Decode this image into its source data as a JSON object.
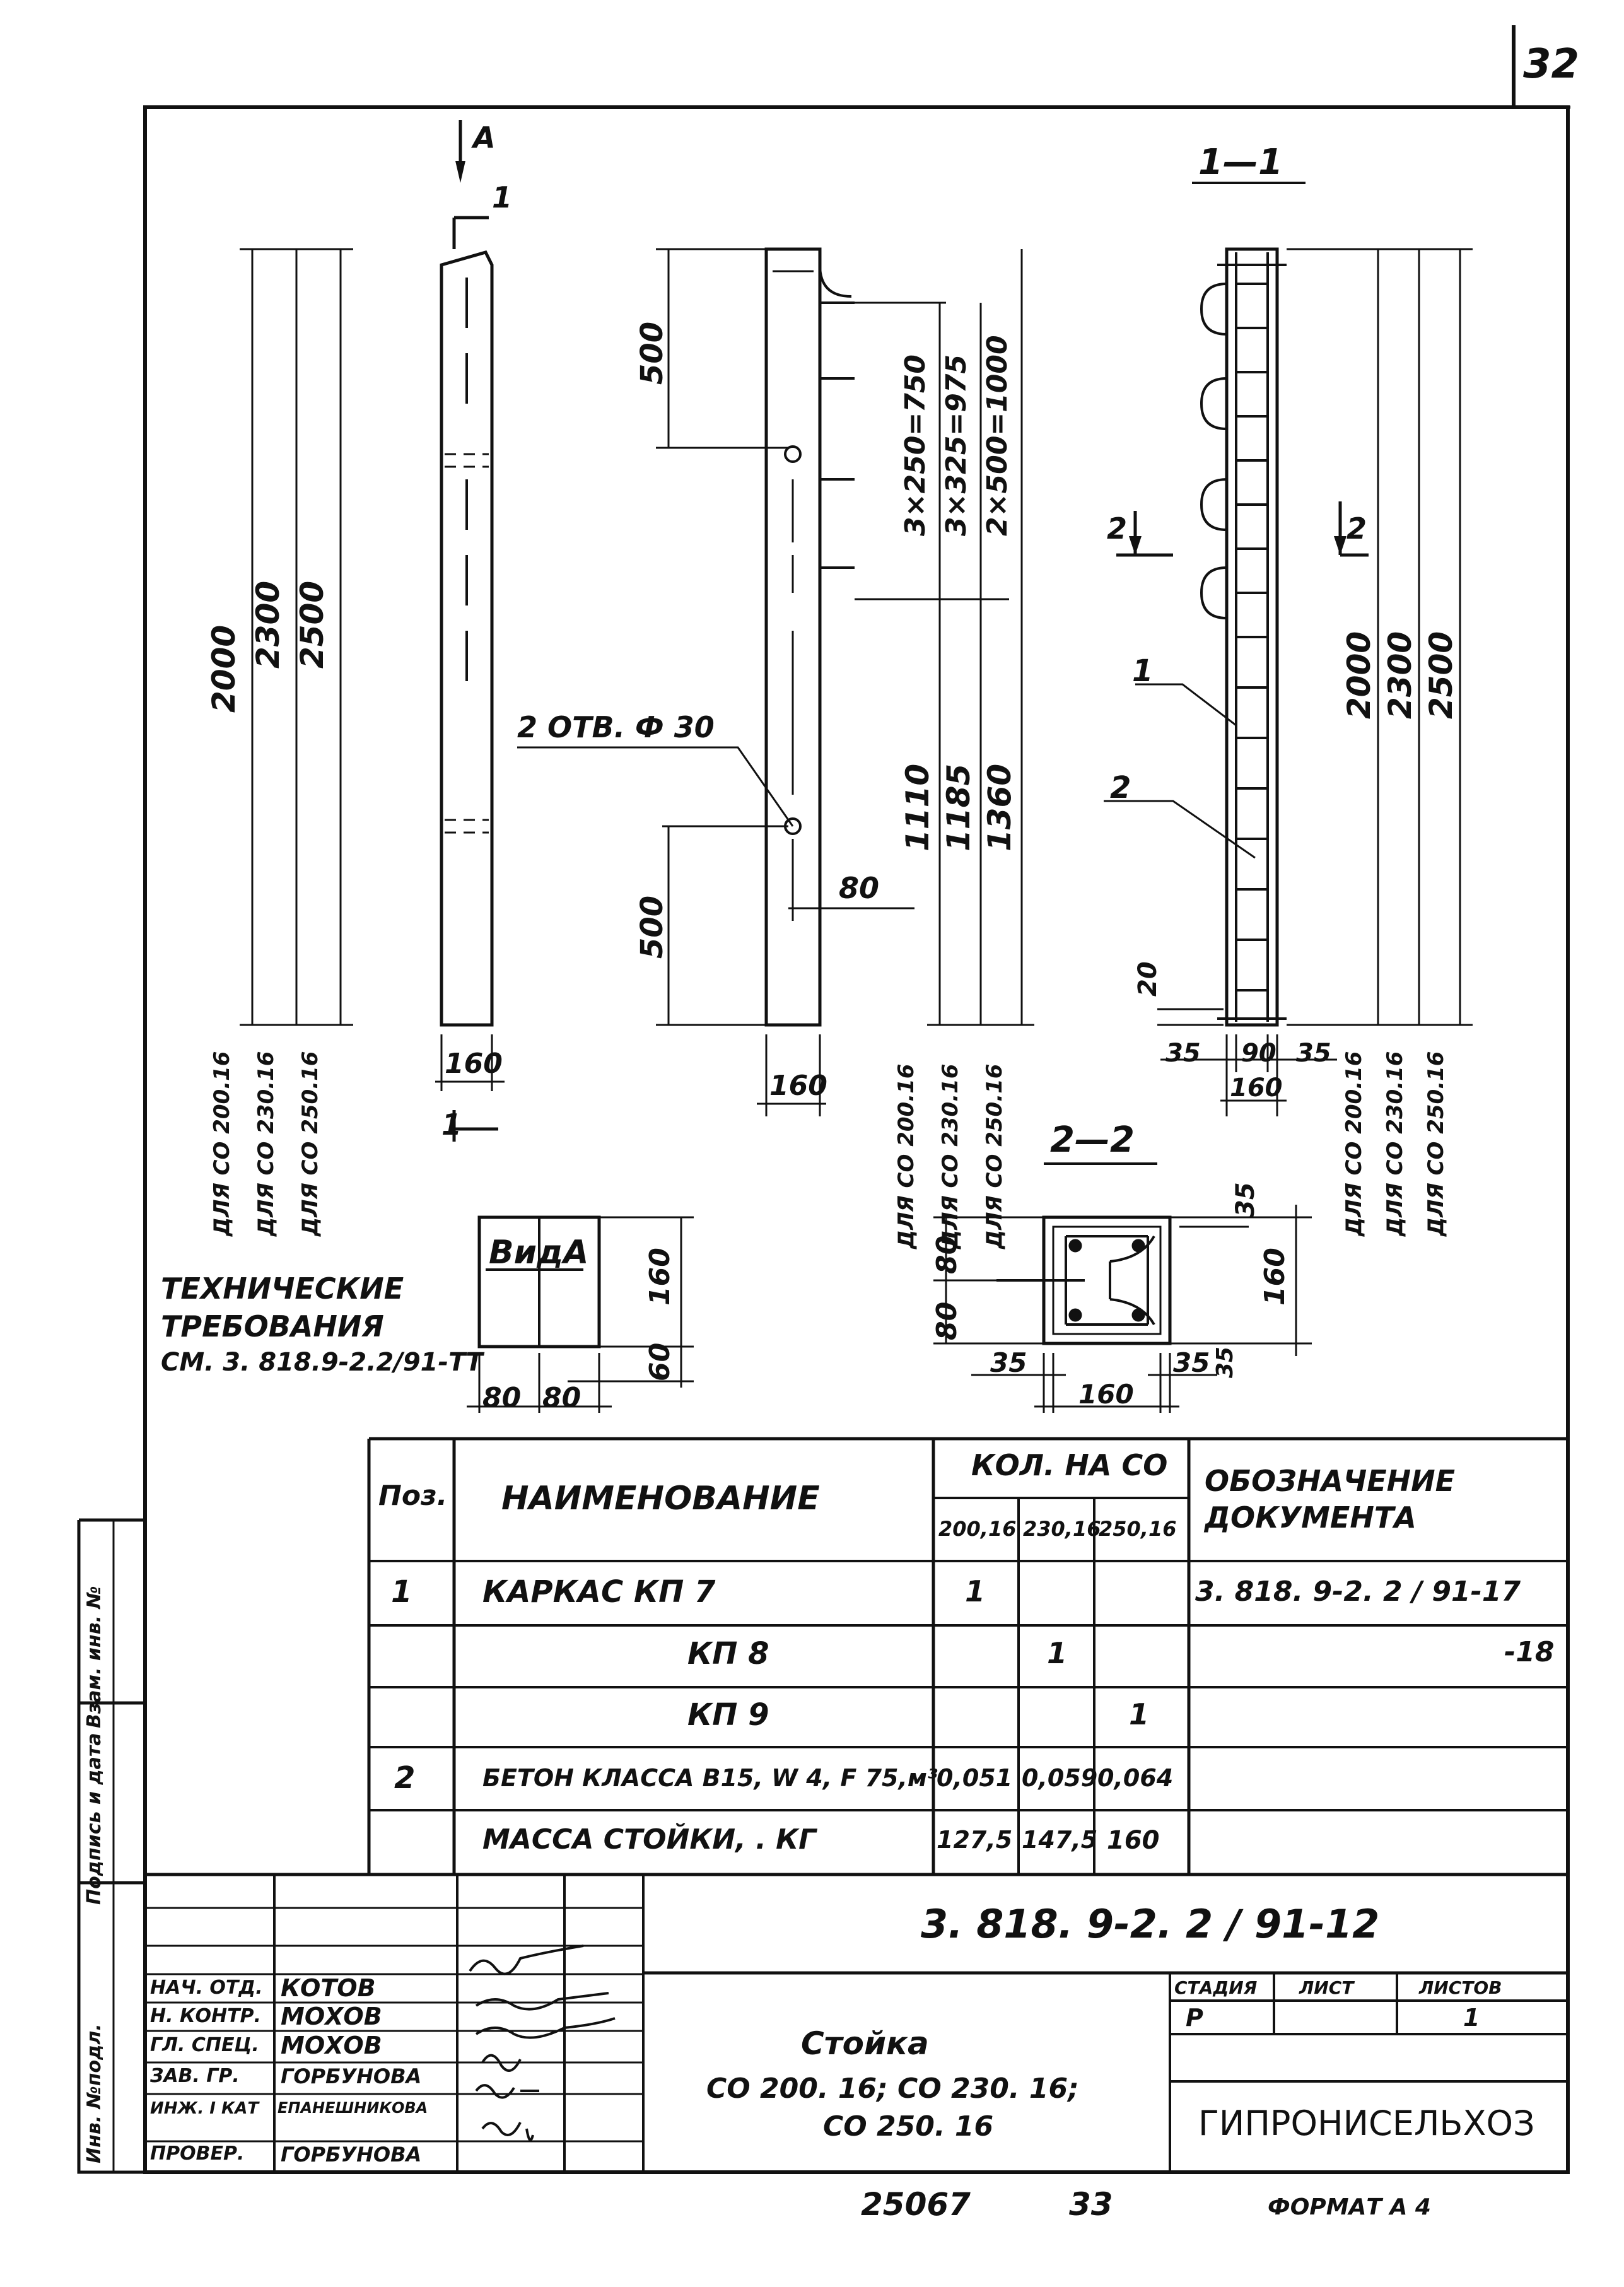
{
  "sheet": {
    "page_number": "32",
    "footer_inventory": "25067",
    "footer_page": "33",
    "format": "ФОРМАТ А 4"
  },
  "views": {
    "arrow_a": "А",
    "section_mark": "1",
    "section_1_1": "1—1",
    "section_2": "2",
    "section_2_2": "2—2",
    "view_a": "ВидА",
    "left": {
      "dims_vertical": [
        "2000",
        "2300",
        "2500"
      ],
      "labels": [
        "ДЛЯ СО 200.16",
        "ДЛЯ СО 230.16",
        "ДЛЯ СО 250.16"
      ],
      "width": "160"
    },
    "middle": {
      "top_500": "500",
      "bottom_500": "500",
      "dims_upper": [
        "3×250=750",
        "3×325=975",
        "2×500=1000"
      ],
      "dims_lower": [
        "1110",
        "1185",
        "1360"
      ],
      "labels": [
        "ДЛЯ СО 200.16",
        "ДЛЯ СО 230.16",
        "ДЛЯ СО 250.16"
      ],
      "holes": "2 ОТВ. Ф 30",
      "offset": "80",
      "width": "160"
    },
    "right": {
      "pos1": "1",
      "pos2": "2",
      "cover": "20",
      "dims_vertical": [
        "2000",
        "2300",
        "2500"
      ],
      "labels": [
        "ДЛЯ СО 200.16",
        "ДЛЯ СО 230.16",
        "ДЛЯ СО 250.16"
      ],
      "bottom_dims": [
        "35",
        "90",
        "35"
      ],
      "width": "160"
    },
    "view_a_dims": {
      "h160": "160",
      "h60": "60",
      "w80a": "80",
      "w80b": "80"
    },
    "section_2_2_dims": {
      "v80a": "80",
      "v80b": "80",
      "r35": "35",
      "r160": "160",
      "b35l": "35",
      "b35r": "35",
      "b160": "160",
      "b35v": "35"
    }
  },
  "tech_req": [
    "ТЕХНИЧЕСКИЕ",
    "ТРЕБОВАНИЯ",
    "СМ. 3. 818.9-2.2/91-ТТ"
  ],
  "spec_table": {
    "headers": {
      "pos": "Поз.",
      "name": "НАИМЕНОВАНИЕ",
      "qty": "КОЛ. НА СО",
      "qty_cols": [
        "200,16",
        "230,16",
        "250,16"
      ],
      "doc": "ОБОЗНАЧЕНИЕ ДОКУМЕНТА"
    },
    "rows": [
      {
        "pos": "1",
        "name": "КАРКАС   КП 7",
        "q1": "1",
        "q2": "",
        "q3": "",
        "doc": "3. 818. 9-2. 2 / 91-17"
      },
      {
        "pos": "",
        "name": "КП 8",
        "q1": "",
        "q2": "1",
        "q3": "",
        "doc": "-18"
      },
      {
        "pos": "",
        "name": "КП 9",
        "q1": "",
        "q2": "",
        "q3": "1",
        "doc": ""
      },
      {
        "pos": "2",
        "name": "БЕТОН КЛАССА В15, W 4, F 75,м³",
        "q1": "0,051",
        "q2": "0,059",
        "q3": "0,064",
        "doc": ""
      },
      {
        "pos": "",
        "name": "МАССА  СТОЙКИ, . КГ",
        "q1": "127,5",
        "q2": "147,5",
        "q3": "160",
        "doc": ""
      }
    ]
  },
  "title_block": {
    "doc_code": "3. 818. 9-2. 2 / 91-12",
    "name": [
      "Стойка",
      "СО 200. 16;  СО 230. 16;",
      "СО  250. 16"
    ],
    "stage_h": "СТАДИЯ",
    "sheet_h": "ЛИСТ",
    "sheets_h": "ЛИСТОВ",
    "stage": "Р",
    "sheet": "",
    "sheets": "1",
    "org": "ГИПРОНИСЕЛЬХОЗ",
    "people": [
      {
        "role": "НАЧ. ОТД.",
        "name": "КОТОВ"
      },
      {
        "role": "Н. КОНТР.",
        "name": "МОХОВ"
      },
      {
        "role": "ГЛ. СПЕЦ.",
        "name": "МОХОВ"
      },
      {
        "role": "ЗАВ. ГР.",
        "name": "ГОРБУНОВА"
      },
      {
        "role": "ИНЖ. I КАТ",
        "name": "ЕПАНЕШНИКОВА"
      },
      {
        "role": "ПРОВЕР.",
        "name": "ГОРБУНОВА"
      }
    ]
  },
  "left_strip": [
    "Инв. №подл.",
    "Подпись и дата",
    "Взам. инв. №"
  ]
}
